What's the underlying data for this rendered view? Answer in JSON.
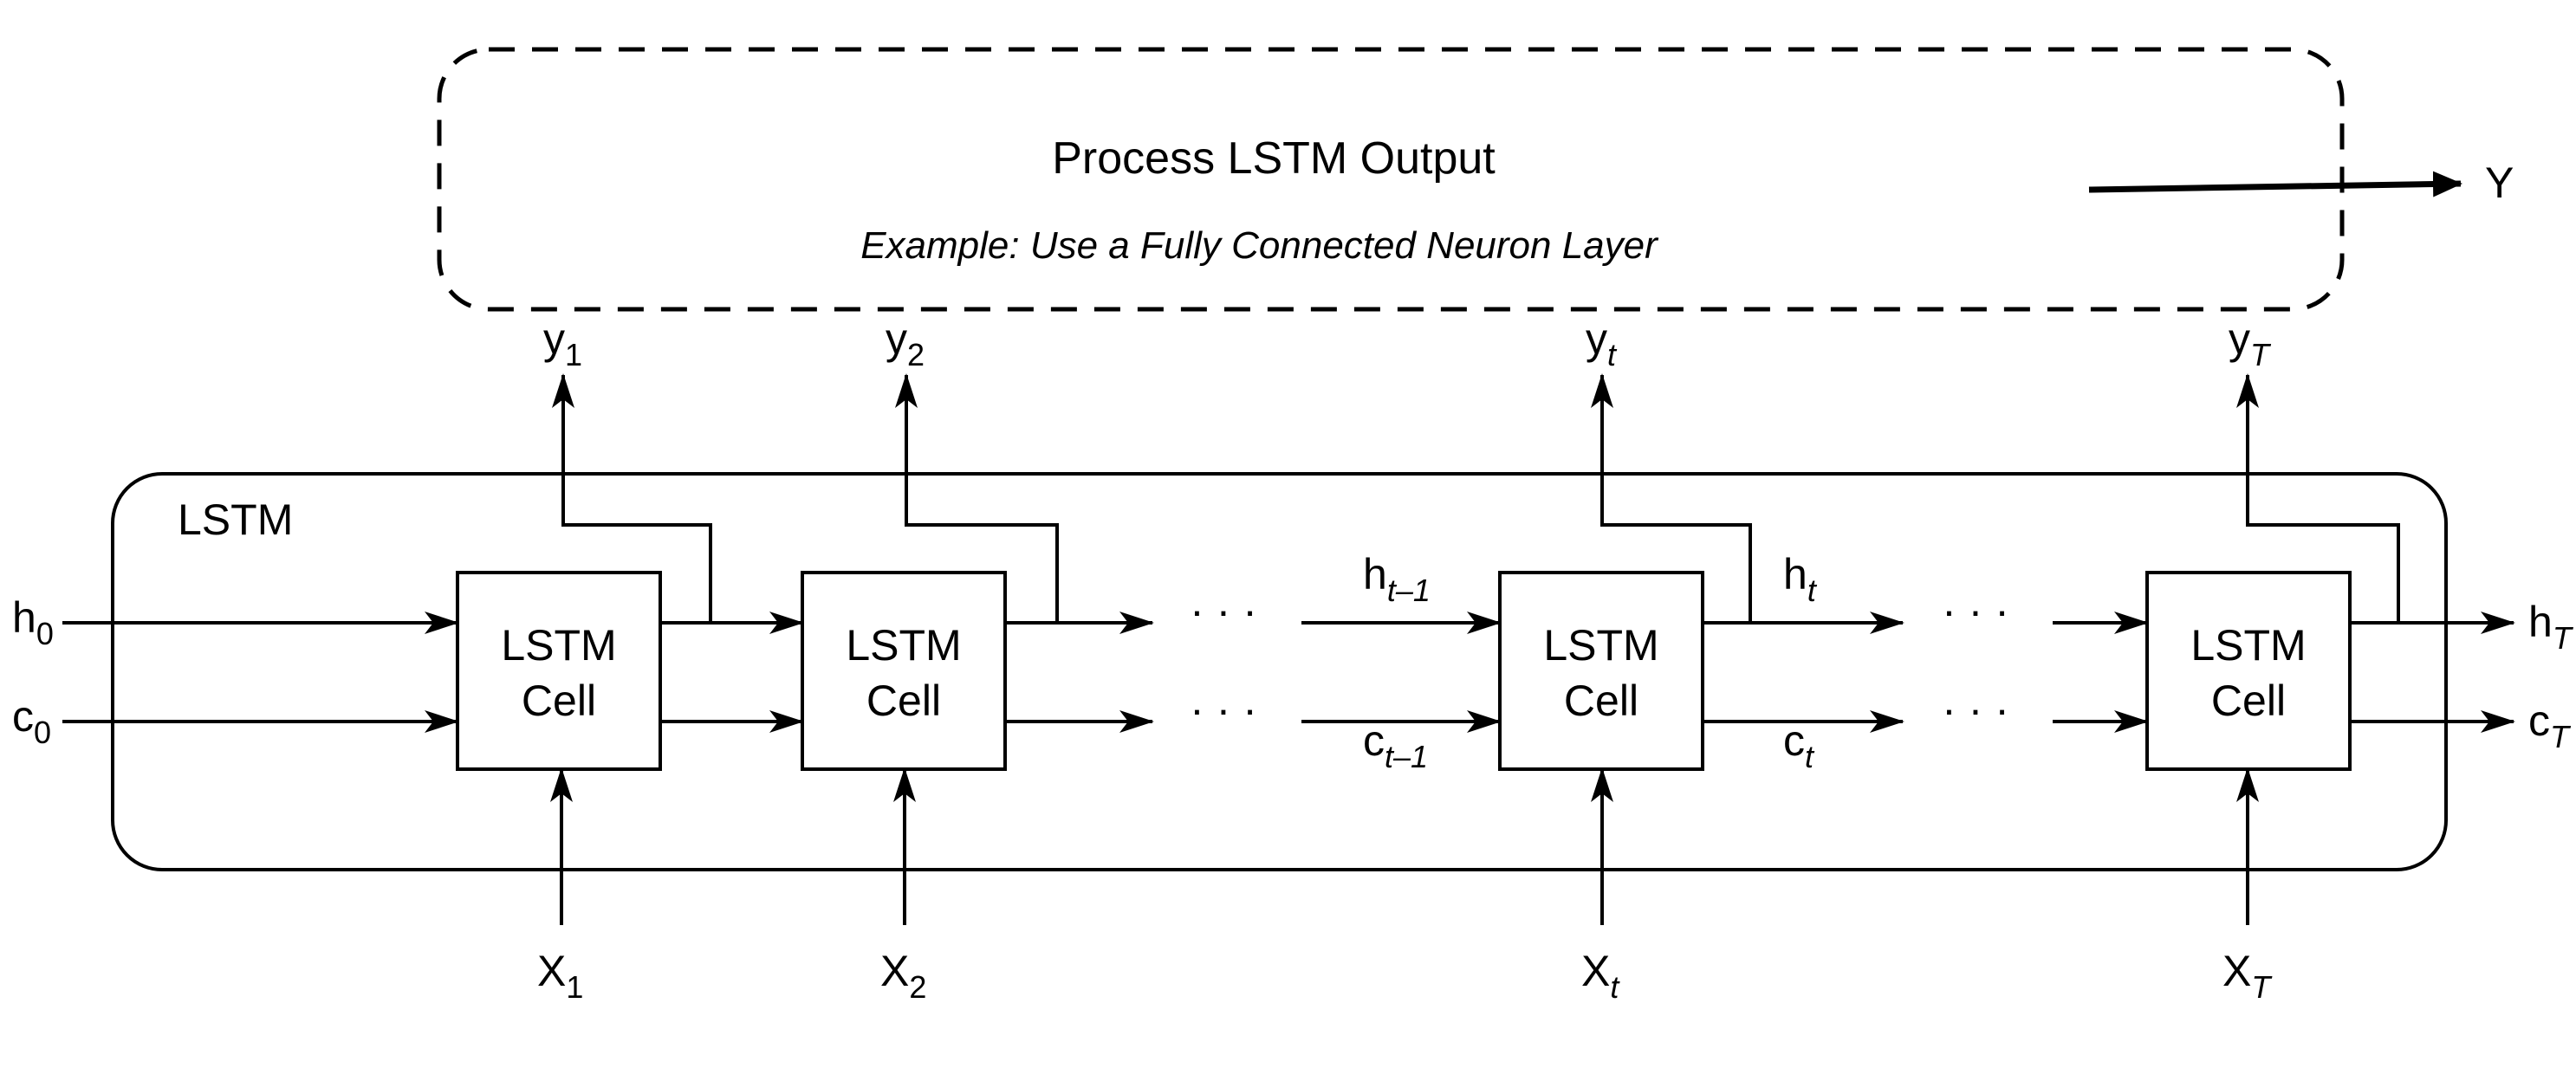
{
  "process_box": {
    "title": "Process LSTM Output",
    "subtitle": "Example: Use a Fully Connected Neuron Layer",
    "output_label": "Y"
  },
  "lstm_block": {
    "label": "LSTM"
  },
  "cells": [
    {
      "line1": "LSTM",
      "line2": "Cell",
      "x_base": "X",
      "x_sub": "1",
      "y_base": "y",
      "y_sub": "1"
    },
    {
      "line1": "LSTM",
      "line2": "Cell",
      "x_base": "X",
      "x_sub": "2",
      "y_base": "y",
      "y_sub": "2"
    },
    {
      "line1": "LSTM",
      "line2": "Cell",
      "x_base": "X",
      "x_sub": "t",
      "y_base": "y",
      "y_sub": "t"
    },
    {
      "line1": "LSTM",
      "line2": "Cell",
      "x_base": "X",
      "x_sub": "T",
      "y_base": "y",
      "y_sub": "T"
    }
  ],
  "state_labels": {
    "h0": {
      "base": "h",
      "sub": "0"
    },
    "c0": {
      "base": "c",
      "sub": "0"
    },
    "h_prev": {
      "base": "h",
      "sub": "t–1"
    },
    "c_prev": {
      "base": "c",
      "sub": "t–1"
    },
    "h_t": {
      "base": "h",
      "sub": "t"
    },
    "c_t": {
      "base": "c",
      "sub": "t"
    },
    "h_T": {
      "base": "h",
      "sub": "T"
    },
    "c_T": {
      "base": "c",
      "sub": "T"
    }
  },
  "ellipsis": "· · ·"
}
